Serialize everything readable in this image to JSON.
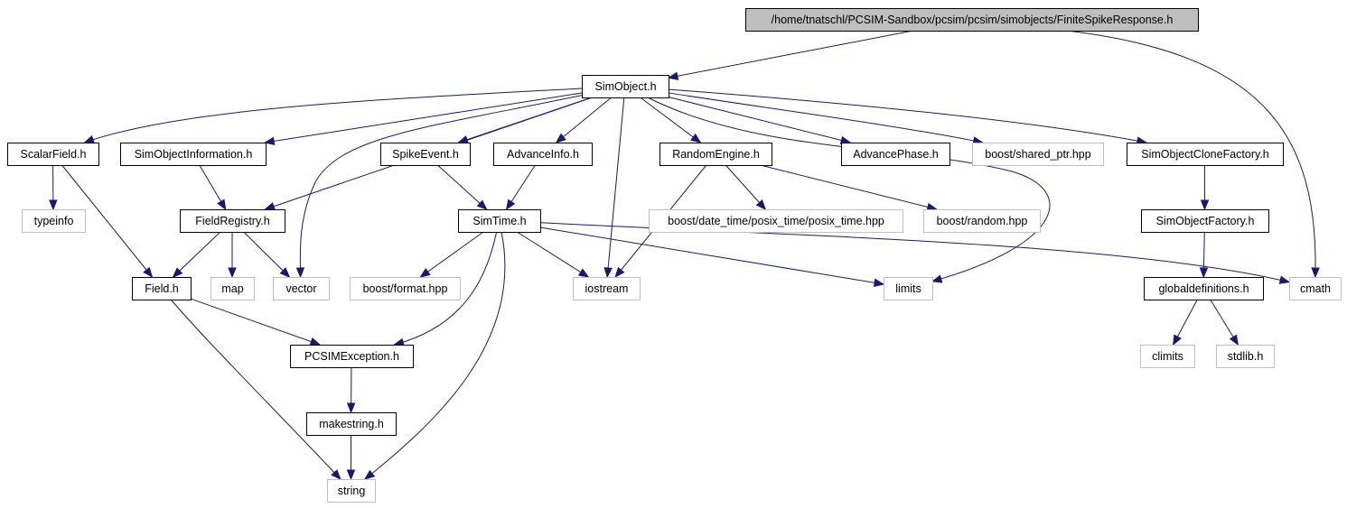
{
  "graph": {
    "nodes": [
      {
        "id": "finite",
        "label": "/home/tnatschl/PCSIM-Sandbox/pcsim/pcsim/simobjects/FiniteSpikeResponse.h",
        "kind": "root"
      },
      {
        "id": "simobject",
        "label": "SimObject.h",
        "kind": "local"
      },
      {
        "id": "scalarfield",
        "label": "ScalarField.h",
        "kind": "local"
      },
      {
        "id": "simobjinfo",
        "label": "SimObjectInformation.h",
        "kind": "local"
      },
      {
        "id": "spikeevent",
        "label": "SpikeEvent.h",
        "kind": "local"
      },
      {
        "id": "advanceinfo",
        "label": "AdvanceInfo.h",
        "kind": "local"
      },
      {
        "id": "randomengine",
        "label": "RandomEngine.h",
        "kind": "local"
      },
      {
        "id": "advancephase",
        "label": "AdvancePhase.h",
        "kind": "local"
      },
      {
        "id": "sharedptr",
        "label": "boost/shared_ptr.hpp",
        "kind": "system"
      },
      {
        "id": "clonefactory",
        "label": "SimObjectCloneFactory.h",
        "kind": "local"
      },
      {
        "id": "typeinfo",
        "label": "typeinfo",
        "kind": "system"
      },
      {
        "id": "fieldregistry",
        "label": "FieldRegistry.h",
        "kind": "local"
      },
      {
        "id": "simtime",
        "label": "SimTime.h",
        "kind": "local"
      },
      {
        "id": "posixtime",
        "label": "boost/date_time/posix_time/posix_time.hpp",
        "kind": "system"
      },
      {
        "id": "random",
        "label": "boost/random.hpp",
        "kind": "system"
      },
      {
        "id": "objfactory",
        "label": "SimObjectFactory.h",
        "kind": "local"
      },
      {
        "id": "field",
        "label": "Field.h",
        "kind": "local"
      },
      {
        "id": "map",
        "label": "map",
        "kind": "system"
      },
      {
        "id": "vector",
        "label": "vector",
        "kind": "system"
      },
      {
        "id": "format",
        "label": "boost/format.hpp",
        "kind": "system"
      },
      {
        "id": "iostream",
        "label": "iostream",
        "kind": "system"
      },
      {
        "id": "limits",
        "label": "limits",
        "kind": "system"
      },
      {
        "id": "globaldefs",
        "label": "globaldefinitions.h",
        "kind": "local"
      },
      {
        "id": "cmath",
        "label": "cmath",
        "kind": "system"
      },
      {
        "id": "pcsimexc",
        "label": "PCSIMException.h",
        "kind": "local"
      },
      {
        "id": "climits",
        "label": "climits",
        "kind": "system"
      },
      {
        "id": "stdlib",
        "label": "stdlib.h",
        "kind": "system"
      },
      {
        "id": "makestring",
        "label": "makestring.h",
        "kind": "local"
      },
      {
        "id": "string",
        "label": "string",
        "kind": "system"
      }
    ],
    "edges": [
      {
        "from": "finite",
        "to": "simobject"
      },
      {
        "from": "finite",
        "to": "cmath"
      },
      {
        "from": "simobject",
        "to": "scalarfield"
      },
      {
        "from": "simobject",
        "to": "simobjinfo"
      },
      {
        "from": "simobject",
        "to": "fieldregistry"
      },
      {
        "from": "simobject",
        "to": "vector"
      },
      {
        "from": "simobject",
        "to": "spikeevent"
      },
      {
        "from": "simobject",
        "to": "advanceinfo"
      },
      {
        "from": "simobject",
        "to": "iostream"
      },
      {
        "from": "simobject",
        "to": "randomengine"
      },
      {
        "from": "simobject",
        "to": "advancephase"
      },
      {
        "from": "simobject",
        "to": "sharedptr"
      },
      {
        "from": "simobject",
        "to": "clonefactory"
      },
      {
        "from": "simobject",
        "to": "limits"
      },
      {
        "from": "scalarfield",
        "to": "typeinfo"
      },
      {
        "from": "scalarfield",
        "to": "field"
      },
      {
        "from": "simobjinfo",
        "to": "fieldregistry"
      },
      {
        "from": "fieldregistry",
        "to": "field"
      },
      {
        "from": "fieldregistry",
        "to": "map"
      },
      {
        "from": "fieldregistry",
        "to": "vector"
      },
      {
        "from": "spikeevent",
        "to": "simtime"
      },
      {
        "from": "advanceinfo",
        "to": "simtime"
      },
      {
        "from": "randomengine",
        "to": "iostream"
      },
      {
        "from": "randomengine",
        "to": "posixtime"
      },
      {
        "from": "randomengine",
        "to": "random"
      },
      {
        "from": "simtime",
        "to": "format"
      },
      {
        "from": "simtime",
        "to": "iostream"
      },
      {
        "from": "simtime",
        "to": "limits"
      },
      {
        "from": "simtime",
        "to": "cmath"
      },
      {
        "from": "simtime",
        "to": "pcsimexc"
      },
      {
        "from": "simtime",
        "to": "string"
      },
      {
        "from": "clonefactory",
        "to": "objfactory"
      },
      {
        "from": "objfactory",
        "to": "globaldefs"
      },
      {
        "from": "globaldefs",
        "to": "climits"
      },
      {
        "from": "globaldefs",
        "to": "stdlib"
      },
      {
        "from": "field",
        "to": "pcsimexc"
      },
      {
        "from": "field",
        "to": "string"
      },
      {
        "from": "pcsimexc",
        "to": "makestring"
      },
      {
        "from": "makestring",
        "to": "string"
      }
    ]
  }
}
